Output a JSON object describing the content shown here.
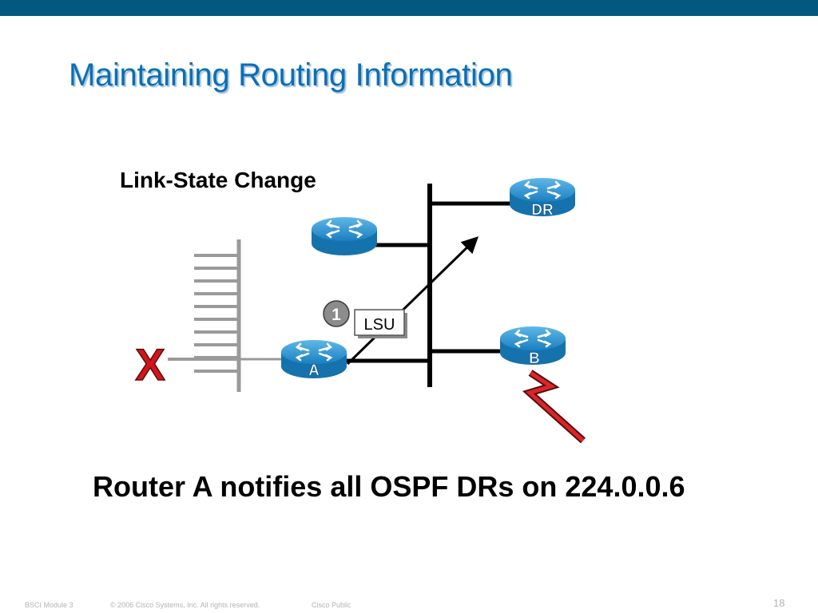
{
  "slide": {
    "title": "Maintaining Routing Information",
    "subtitle": "Link-State Change",
    "caption": "Router A notifies all OSPF DRs on 224.0.0.6"
  },
  "diagram": {
    "routers": [
      {
        "id": "top",
        "label": ""
      },
      {
        "id": "dr",
        "label": "DR"
      },
      {
        "id": "a",
        "label": "A"
      },
      {
        "id": "b",
        "label": "B"
      }
    ],
    "step_number": "1",
    "packet_label": "LSU",
    "failed_link_mark": "X",
    "colors": {
      "router_fill": "#1b86c6",
      "router_top": "#6cc0ec",
      "wire": "#000000",
      "switch_port": "#9a9a9a",
      "failure_mark": "#d2141b",
      "wan_bolt": "#c91d22",
      "step_badge": "#8c8c8c"
    }
  },
  "footer": {
    "module": "BSCI Module 3",
    "copyright": "© 2006 Cisco Systems, Inc. All rights reserved.",
    "classification": "Cisco Public",
    "page": "18"
  }
}
